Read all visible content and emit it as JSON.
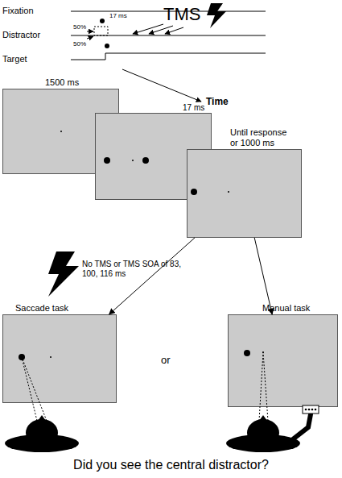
{
  "diagram": {
    "caption": "Did you see the central distractor?",
    "nodes": [
      {
        "text": [
          "1500 ms"
        ]
      },
      {
        "text": [
          "17 ms"
        ]
      },
      {
        "text": [
          "Until response or 1000 ms"
        ]
      },
      {
        "text": [
          "Saccade task"
        ]
      },
      {
        "text": [
          "Manual task"
        ]
      }
    ],
    "edges": [
      {
        "from": 2,
        "to": 3,
        "arrow": "to"
      },
      {
        "from": 2,
        "to": 4,
        "arrow": "to"
      }
    ],
    "labels": [
      "Fixation",
      "Distractor",
      "Target",
      "17 ms",
      "TMS",
      "50%",
      "50%",
      "Time",
      "No TMS or TMS SOA of 83, 100, 116 ms",
      "or"
    ]
  }
}
